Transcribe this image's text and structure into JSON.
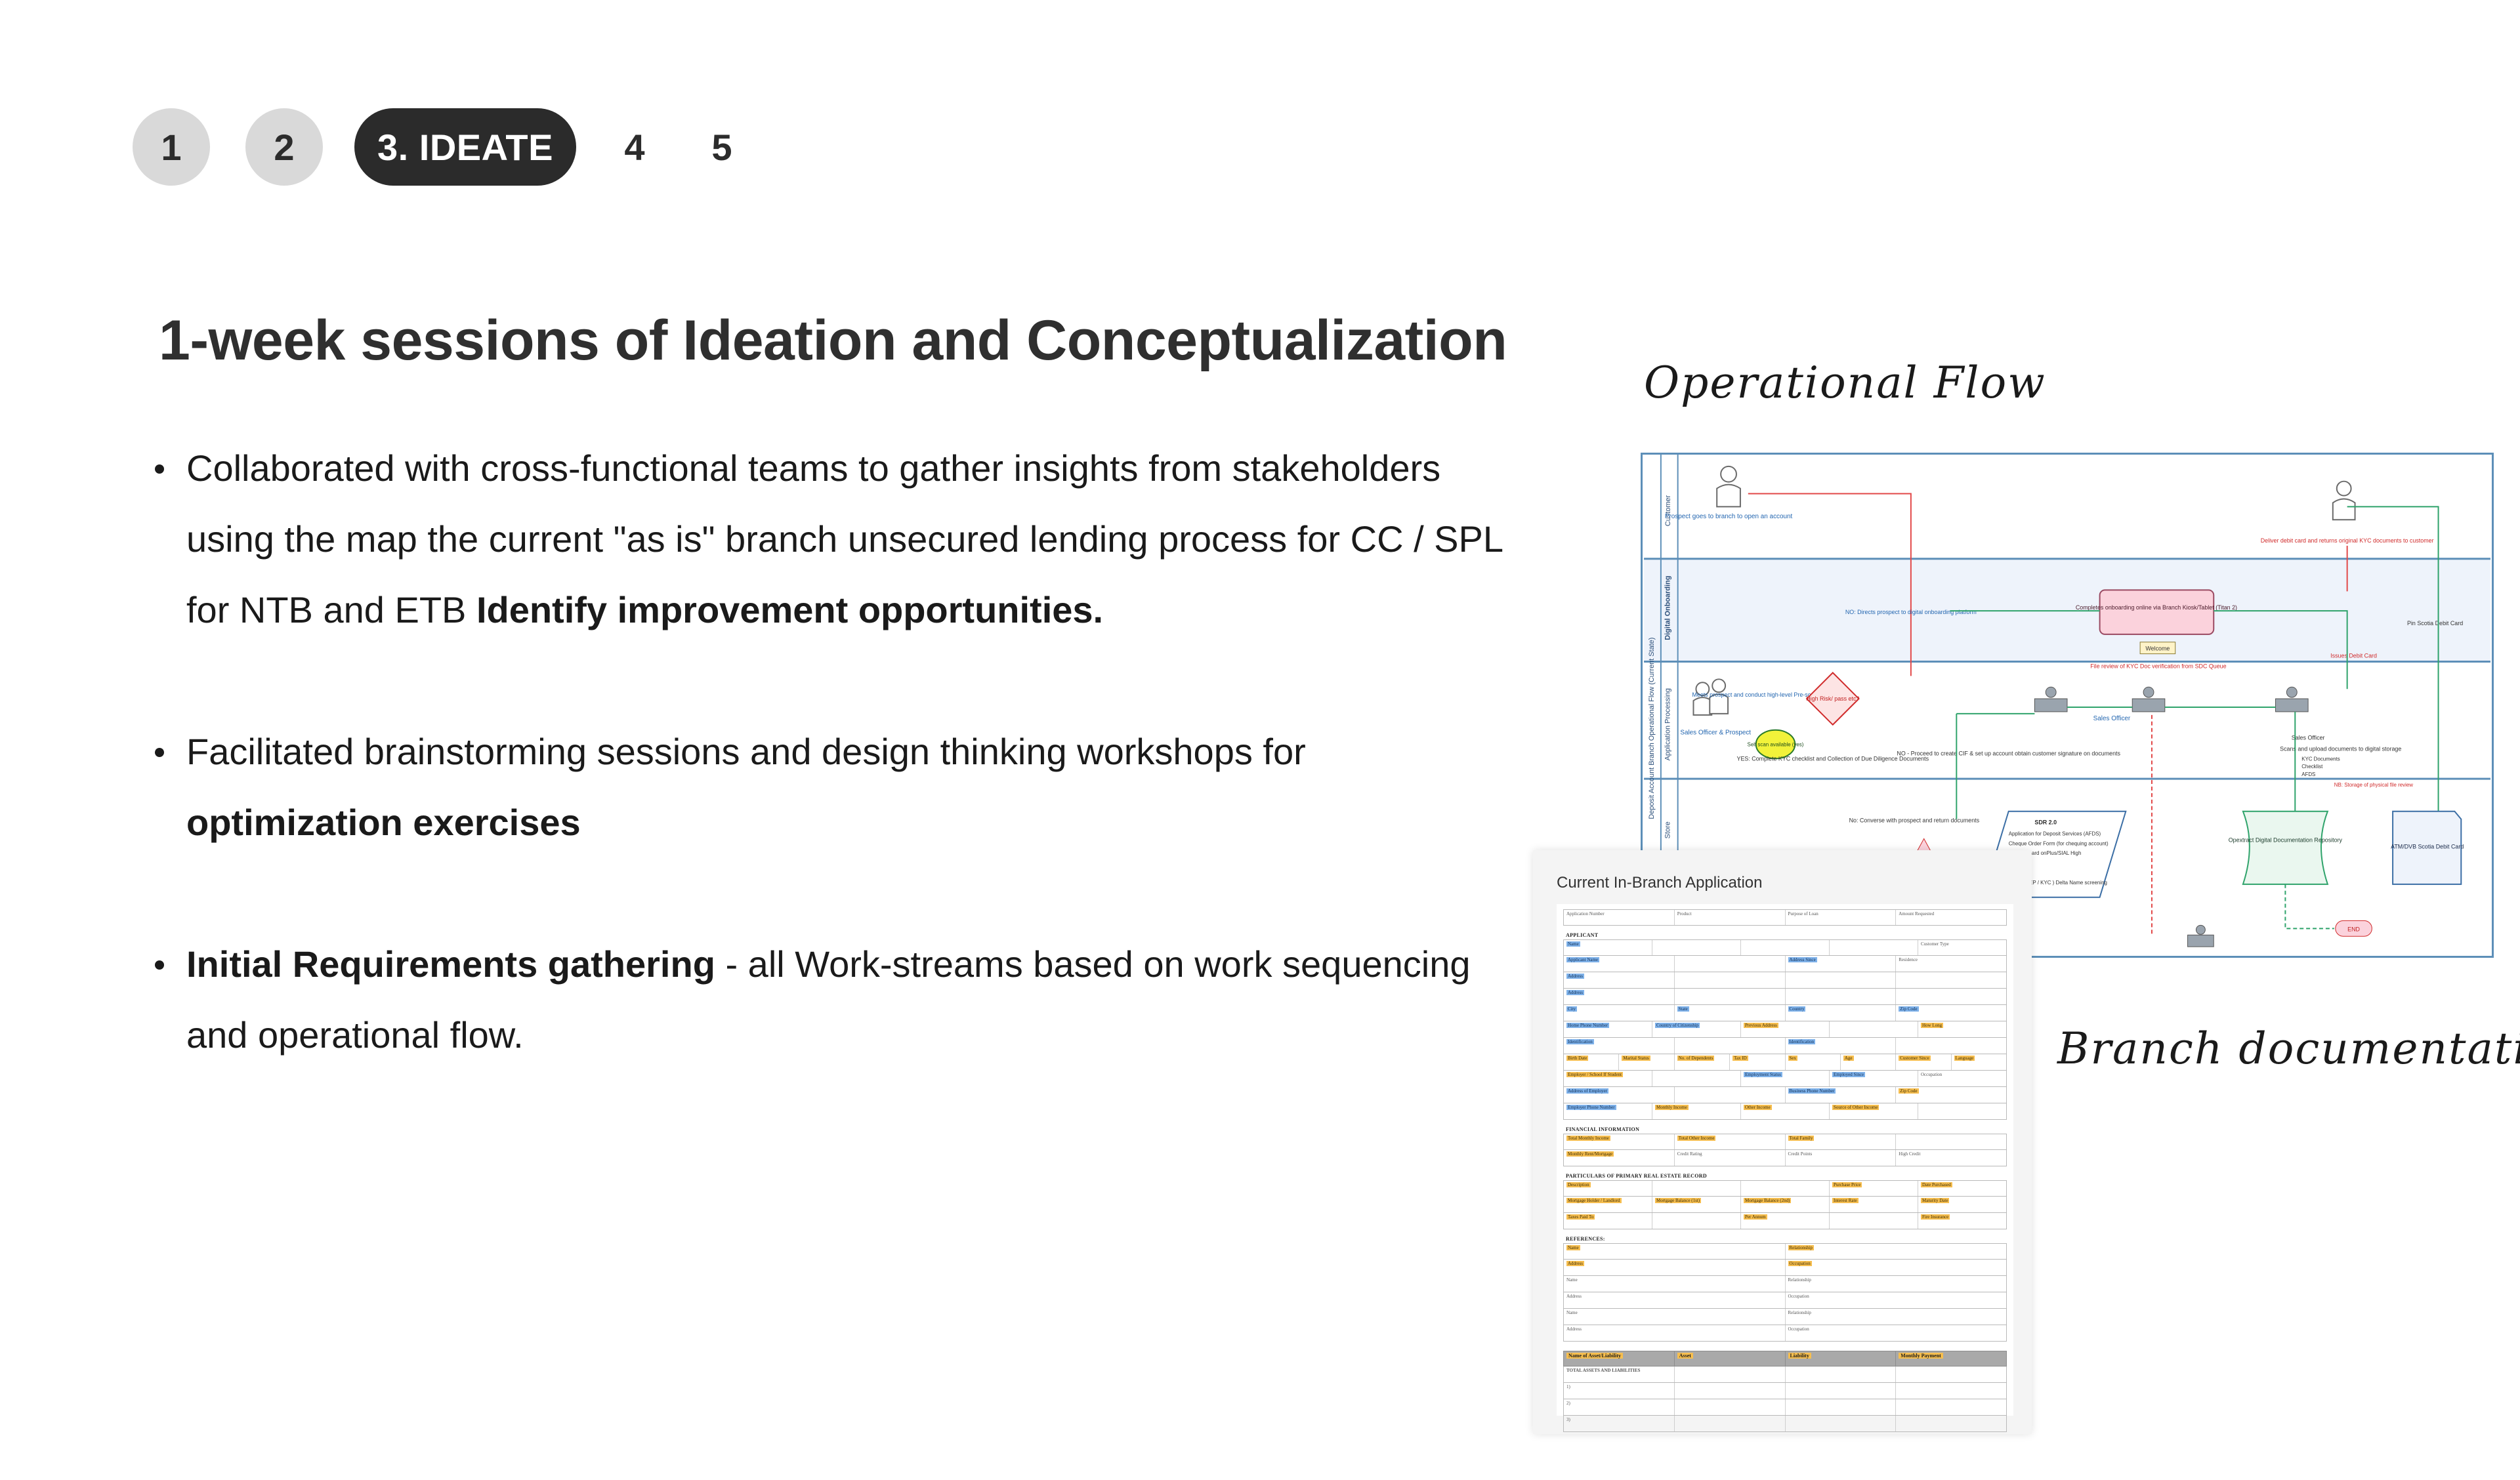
{
  "steps": [
    {
      "label": "1",
      "state": "done"
    },
    {
      "label": "2",
      "state": "done"
    },
    {
      "label": "3. IDEATE",
      "state": "active"
    },
    {
      "label": "4",
      "state": "upcoming"
    },
    {
      "label": "5",
      "state": "upcoming"
    }
  ],
  "heading": "1-week sessions of Ideation and Conceptualization",
  "bullets": [
    {
      "lead": "",
      "text": "Collaborated with cross-functional teams to gather insights from stakeholders using the map the current \"as is\" branch unsecured lending process for CC / SPL for NTB and ETB ",
      "bold": "Identify improvement opportunities."
    },
    {
      "lead": "",
      "text": "Facilitated brainstorming sessions and design thinking workshops for ",
      "bold": "optimization exercises"
    },
    {
      "lead": "Initial Requirements gathering",
      "text": " - all Work-streams based on work sequencing and operational flow.",
      "bold": ""
    }
  ],
  "labels": {
    "operational_flow": "Operational Flow",
    "branch_documentation": "Branch documentation"
  },
  "flow_diagram": {
    "lanes": [
      "Customer",
      "Digital Onboarding",
      "Application Processing",
      "Store"
    ],
    "side_label": "Deposit Account Branch Operational Flow (Current State)",
    "nodes": {
      "customer_note": "Prospect goes to branch to open an account",
      "deliver": "Deliver debit card and returns original KYC documents to customer",
      "digital_box": "Completes onboarding online via Branch Kiosk/Tablet (Titan 2)",
      "welcome": "Welcome",
      "digital_note": "NO: Directs prospect to digital onboarding platform",
      "pin": "Pin Scotia Debit Card",
      "kyc_queue": "File review of KYC Doc verification from SDC Queue",
      "issues": "Issues Debit Card",
      "sales_prospect": "Sales Officer & Prospect",
      "meets": "Meets prospect and conduct high-level Pre-screening",
      "high_risk": "High Risk/ pass etc?",
      "self_scan": "Self scan available (yes)",
      "complete_kyc": "YES: Complete KYC checklist and Collection of Due Diligence Documents",
      "no_proceed": "NO - Proceed to create CIF & set up account obtain customer signature on documents",
      "sales_officer": "Sales Officer",
      "scans": "Scans and upload documents to digital storage",
      "scan_items": [
        "KYC Documents",
        "Checklist",
        "AFDS"
      ],
      "storage": "NB: Storage of physical file review",
      "no_converse": "No: Converse with prospect and return documents",
      "sdr": "SDR 2.0",
      "sdr_items": [
        "Application for Deposit Services (AFDS)",
        "Cheque Order Form (for chequing account)",
        "e-Scotia card onPlus/SIAL High"
      ],
      "blacklist": "Blacklist ( PEP / KYC ) Delta Name screening",
      "doc_repo": "Opextract Digital Documentation Repository",
      "atm_card": "ATM/DVB Scotia Debit Card",
      "end": "END"
    }
  },
  "form": {
    "title": "Current In-Branch Application",
    "top_row": [
      "Application Number",
      "Product",
      "Purpose of Loan",
      "Amount Requested"
    ],
    "sections": [
      {
        "heading": "APPLICANT",
        "rows": [
          [
            {
              "t": "Name",
              "h": "b"
            },
            {
              "t": "",
              "h": ""
            },
            {
              "t": "",
              "h": ""
            },
            {
              "t": "",
              "h": ""
            },
            {
              "t": "Customer Type",
              "h": ""
            }
          ],
          [
            {
              "t": "Applicant Name",
              "h": "b"
            },
            {
              "t": "",
              "h": ""
            },
            {
              "t": "Address Since",
              "h": "b"
            },
            {
              "t": "Residence",
              "h": ""
            }
          ],
          [
            {
              "t": "Address",
              "h": "b"
            },
            {
              "t": "",
              "h": ""
            },
            {
              "t": "",
              "h": ""
            },
            {
              "t": "",
              "h": ""
            }
          ],
          [
            {
              "t": "Address",
              "h": "b"
            },
            {
              "t": "",
              "h": ""
            },
            {
              "t": "",
              "h": ""
            },
            {
              "t": "",
              "h": ""
            }
          ],
          [
            {
              "t": "City",
              "h": "b"
            },
            {
              "t": "State",
              "h": "b"
            },
            {
              "t": "Country",
              "h": "b"
            },
            {
              "t": "Zip Code",
              "h": "b"
            }
          ],
          [
            {
              "t": "Home Phone Number",
              "h": "b"
            },
            {
              "t": "Country of Citizenship",
              "h": "b"
            },
            {
              "t": "Previous Address",
              "h": "h"
            },
            {
              "t": "",
              "h": ""
            },
            {
              "t": "How Long",
              "h": "h"
            }
          ],
          [
            {
              "t": "Identification",
              "h": "b"
            },
            {
              "t": "",
              "h": ""
            },
            {
              "t": "Identification",
              "h": "b"
            },
            {
              "t": "",
              "h": ""
            }
          ],
          [
            {
              "t": "Birth Date",
              "h": "h"
            },
            {
              "t": "Marital Status",
              "h": "h"
            },
            {
              "t": "No. of Dependents",
              "h": "h"
            },
            {
              "t": "Tax ID",
              "h": "h"
            },
            {
              "t": "Sex",
              "h": "h"
            },
            {
              "t": "Age",
              "h": "h"
            },
            {
              "t": "Customer Since",
              "h": "h"
            },
            {
              "t": "Language",
              "h": "h"
            }
          ],
          [
            {
              "t": "Employer / School If Student",
              "h": "h"
            },
            {
              "t": "",
              "h": ""
            },
            {
              "t": "Employment Status",
              "h": "b"
            },
            {
              "t": "Employed Since",
              "h": "b"
            },
            {
              "t": "Occupation",
              "h": ""
            }
          ],
          [
            {
              "t": "Address of Employer",
              "h": "b"
            },
            {
              "t": "",
              "h": ""
            },
            {
              "t": "Business Phone Number",
              "h": "b"
            },
            {
              "t": "Zip Code",
              "h": "h"
            }
          ],
          [
            {
              "t": "Employer Phone Number",
              "h": "b"
            },
            {
              "t": "Monthly Income",
              "h": "h"
            },
            {
              "t": "Other Income",
              "h": "h"
            },
            {
              "t": "Source of Other Income",
              "h": "h"
            },
            {
              "t": "",
              "h": ""
            }
          ]
        ]
      },
      {
        "heading": "FINANCIAL INFORMATION",
        "rows": [
          [
            {
              "t": "Total Monthly Income",
              "h": "h"
            },
            {
              "t": "Total Other Income",
              "h": "h"
            },
            {
              "t": "Total Family",
              "h": "h"
            },
            {
              "t": "",
              "h": ""
            }
          ],
          [
            {
              "t": "Monthly Rent/Mortgage",
              "h": "h"
            },
            {
              "t": "Credit Rating",
              "h": ""
            },
            {
              "t": "Credit Points",
              "h": ""
            },
            {
              "t": "High Credit",
              "h": ""
            }
          ]
        ]
      },
      {
        "heading": "PARTICULARS OF PRIMARY REAL ESTATE RECORD",
        "rows": [
          [
            {
              "t": "Description",
              "h": "h"
            },
            {
              "t": "",
              "h": ""
            },
            {
              "t": "",
              "h": ""
            },
            {
              "t": "Purchase Price",
              "h": "h"
            },
            {
              "t": "Date Purchased",
              "h": "h"
            }
          ],
          [
            {
              "t": "Mortgage Holder / Landlord",
              "h": "h"
            },
            {
              "t": "Mortgage Balance (1st)",
              "h": "h"
            },
            {
              "t": "Mortgage Balance (2nd)",
              "h": "h"
            },
            {
              "t": "Interest Rate",
              "h": "h"
            },
            {
              "t": "Maturity Date",
              "h": "h"
            }
          ],
          [
            {
              "t": "Taxes Paid To",
              "h": "h"
            },
            {
              "t": "",
              "h": ""
            },
            {
              "t": "Per Annum",
              "h": "h"
            },
            {
              "t": "",
              "h": ""
            },
            {
              "t": "Fire Insurance",
              "h": "h"
            }
          ]
        ]
      },
      {
        "heading": "REFERENCES:",
        "rows": [
          [
            {
              "t": "Name",
              "h": "h"
            },
            {
              "t": "Relationship",
              "h": "h"
            }
          ],
          [
            {
              "t": "Address",
              "h": "h"
            },
            {
              "t": "Occupation",
              "h": "h"
            }
          ],
          [
            {
              "t": "Name",
              "h": ""
            },
            {
              "t": "Relationship",
              "h": ""
            }
          ],
          [
            {
              "t": "Address",
              "h": ""
            },
            {
              "t": "Occupation",
              "h": ""
            }
          ],
          [
            {
              "t": "Name",
              "h": ""
            },
            {
              "t": "Relationship",
              "h": ""
            }
          ],
          [
            {
              "t": "Address",
              "h": ""
            },
            {
              "t": "Occupation",
              "h": ""
            }
          ]
        ]
      }
    ],
    "asset_header": [
      "Name of Asset/Liability",
      "Asset",
      "Liability",
      "Monthly Payment"
    ],
    "asset_total": "TOTAL ASSETS AND LIABILITIES",
    "asset_rows": [
      "1)",
      "2)",
      "3)"
    ]
  }
}
